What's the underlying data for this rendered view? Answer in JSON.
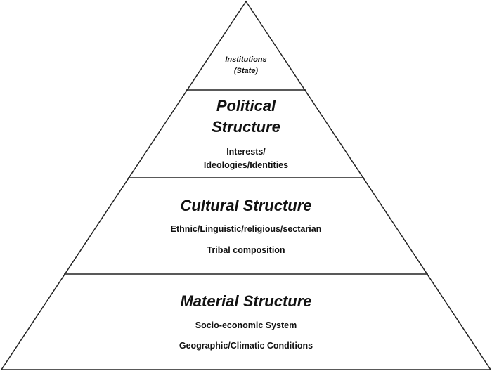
{
  "pyramid": {
    "tiers": [
      {
        "name": "institutions",
        "lines": [
          "Institutions",
          "(State)"
        ]
      },
      {
        "name": "political",
        "heading_lines": [
          "Political",
          "Structure"
        ],
        "details": [
          "Interests/",
          "Ideologies/Identities"
        ]
      },
      {
        "name": "cultural",
        "heading": "Cultural Structure",
        "details": [
          "Ethnic/Linguistic/religious/sectarian",
          "Tribal composition"
        ]
      },
      {
        "name": "material",
        "heading": "Material Structure",
        "details": [
          "Socio-economic System",
          "Geographic/Climatic Conditions"
        ]
      }
    ]
  }
}
